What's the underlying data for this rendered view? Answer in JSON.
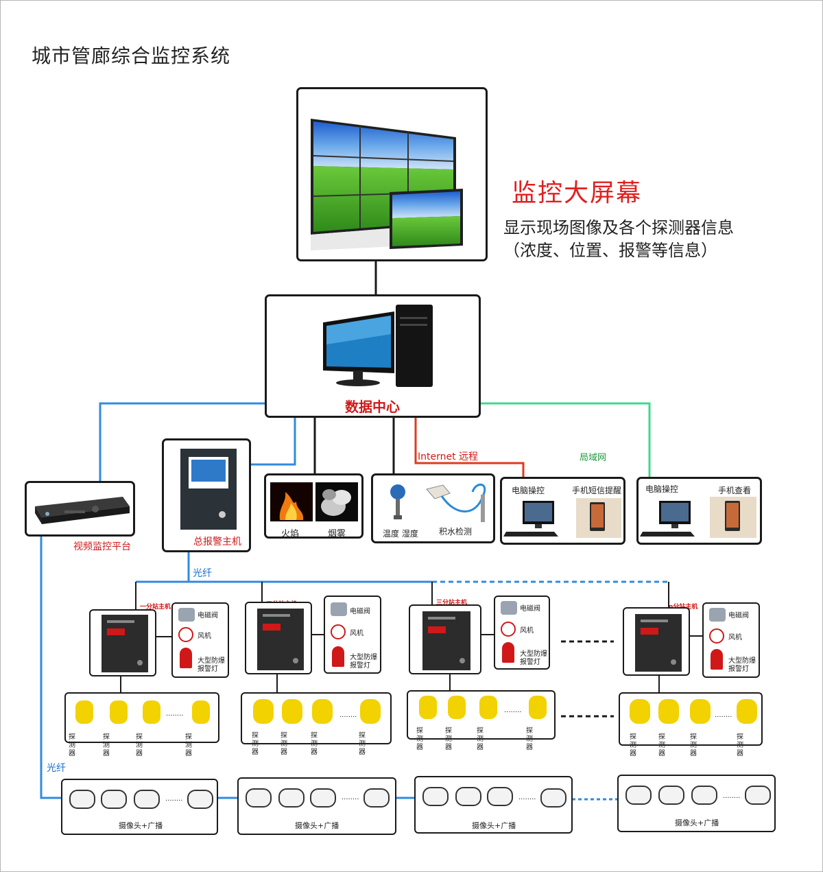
{
  "title": "城市管廊综合监控系统",
  "video_wall": {
    "title": "监控大屏幕",
    "desc_line1": "显示现场图像及各个探测器信息",
    "desc_line2": "（浓度、位置、报警等信息）"
  },
  "data_center": {
    "label": "数据中心"
  },
  "links": {
    "internet": "Internet 远程",
    "lan": "局域网",
    "fiber_top": "光纤",
    "fiber_left": "光纤"
  },
  "video_platform": {
    "label": "视频监控平台"
  },
  "alarm_host": {
    "label": "总报警主机"
  },
  "fire_smoke": {
    "fire": "火焰",
    "smoke": "烟雾"
  },
  "env_sensors": {
    "temp_humidity": "温度 湿度",
    "water": "积水检测"
  },
  "remote_box": {
    "pc": "电脑操控",
    "sms": "手机短信提醒"
  },
  "lan_box": {
    "pc": "电脑操控",
    "phone": "手机查看"
  },
  "stations": [
    {
      "name": "一分站主机"
    },
    {
      "name": "二分站主机"
    },
    {
      "name": "三分站主机"
    },
    {
      "name": "n分站主机"
    }
  ],
  "devices": {
    "valve": "电磁阀",
    "fan": "风机",
    "lamp_line1": "大型防爆",
    "lamp_line2": "报警灯"
  },
  "detector_label": "探测器",
  "camera_label": "摄像头+广播",
  "dots": "........",
  "colors": {
    "fiber": "#2f8be0",
    "internet": "#e03a1e",
    "lan": "#3fd88e",
    "line": "#1a1a1a",
    "accent_red": "#e02020"
  }
}
